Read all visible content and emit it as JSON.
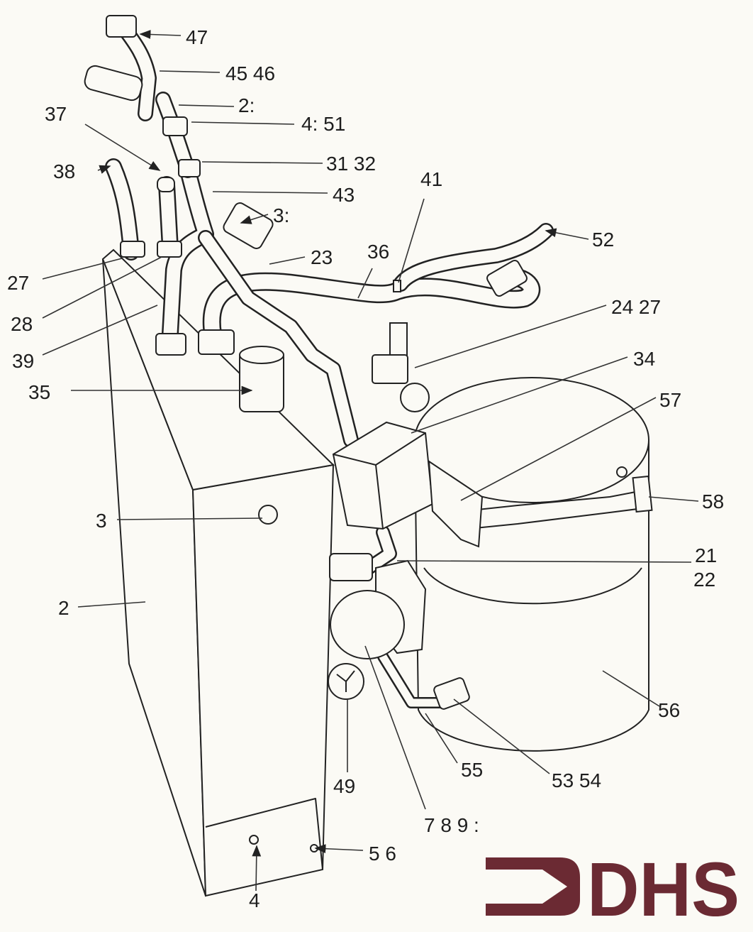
{
  "title": "Refrigeration unit parts diagram",
  "labels": [
    "47",
    "45  46",
    "2:",
    "4:   51",
    "31  32",
    "43",
    "3:",
    "37",
    "38",
    "27",
    "28",
    "39",
    "35",
    "23",
    "36",
    "41",
    "52",
    "24  27",
    "34",
    "57",
    "58",
    "3",
    "2",
    "21",
    "22",
    "56",
    "55",
    "53  54",
    "49",
    "7  8  9  :",
    "5  6",
    "4"
  ],
  "logo": {
    "text": "DHS",
    "color": "#6b2a33"
  }
}
